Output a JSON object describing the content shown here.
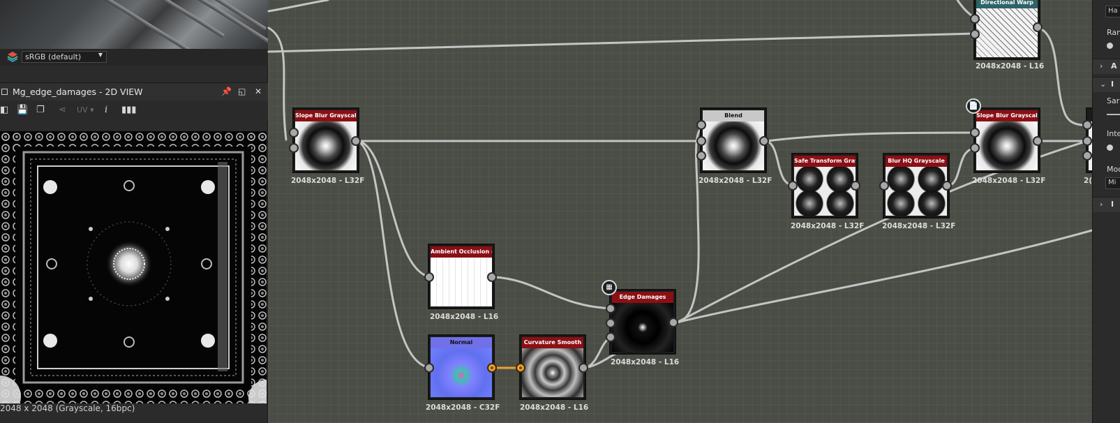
{
  "left_panel": {
    "color_space": "sRGB (default)",
    "view2d": {
      "title": "Mg_edge_damages - 2D VIEW",
      "toolbar_uv": "UV",
      "status": "2048 x 2048 (Grayscale, 16bpc)"
    }
  },
  "nodes": {
    "slope_blur_1": {
      "title": "Slope Blur Grayscale",
      "info": "2048x2048 - L32F"
    },
    "blend": {
      "title": "Blend",
      "info": "2048x2048 - L32F"
    },
    "safe_transform": {
      "title": "Safe Transform Graysc...",
      "info": "2048x2048 - L32F"
    },
    "blur_hq": {
      "title": "Blur HQ Grayscale",
      "info": "2048x2048 - L32F"
    },
    "slope_blur_2": {
      "title": "Slope Blur Grayscale",
      "info": "2048x2048 - L32F"
    },
    "directional_warp": {
      "title": "Directional Warp",
      "info": "2048x2048 - L16"
    },
    "ambient_occlusion": {
      "title": "Ambient Occlusion (HB...",
      "info": "2048x2048 - L16"
    },
    "normal": {
      "title": "Normal",
      "info": "2048x2048 - C32F"
    },
    "curvature_smooth": {
      "title": "Curvature Smooth",
      "info": "2048x2048 - L16"
    },
    "edge_damages": {
      "title": "Edge Damages",
      "info": "2048x2048 - L16"
    },
    "offscreen_right": {
      "info": "2("
    }
  },
  "right_panel": {
    "labels": [
      "Ran",
      "Sar",
      "Inte",
      "Mod"
    ],
    "sections": [
      "A",
      "I",
      "I"
    ],
    "field_top": "Ha",
    "field_mode": "Mi"
  },
  "colors": {
    "node_header_red": "#8a1015",
    "node_header_gray": "#c8c8c8",
    "node_header_teal": "#2e6468",
    "normal_header": "#7070e8",
    "wire": "#c4c4c4",
    "wire_orange": "#f0a030"
  }
}
